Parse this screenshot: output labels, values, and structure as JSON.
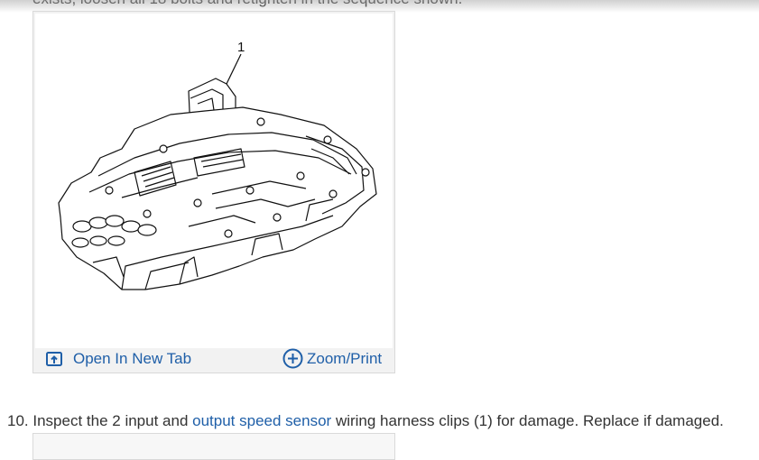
{
  "intro": {
    "text": "exists, loosen all 18 bolts and retighten in the sequence shown."
  },
  "figure": {
    "callout_number": "1",
    "open_tab_label": "Open In New Tab",
    "zoom_label": "Zoom/Print",
    "icons": {
      "open_tab": "open-in-new-tab-icon",
      "zoom": "plus-circle-icon"
    }
  },
  "step": {
    "number": "10.",
    "text_before": "Inspect the 2 input and",
    "link_text": "output speed sensor",
    "text_after": "wiring harness clips (1) for damage. Replace if damaged."
  },
  "colors": {
    "link": "#1f5fa8",
    "body_text": "#333333",
    "card_background": "#f2f2f2",
    "card_border": "#d9d9d9"
  }
}
